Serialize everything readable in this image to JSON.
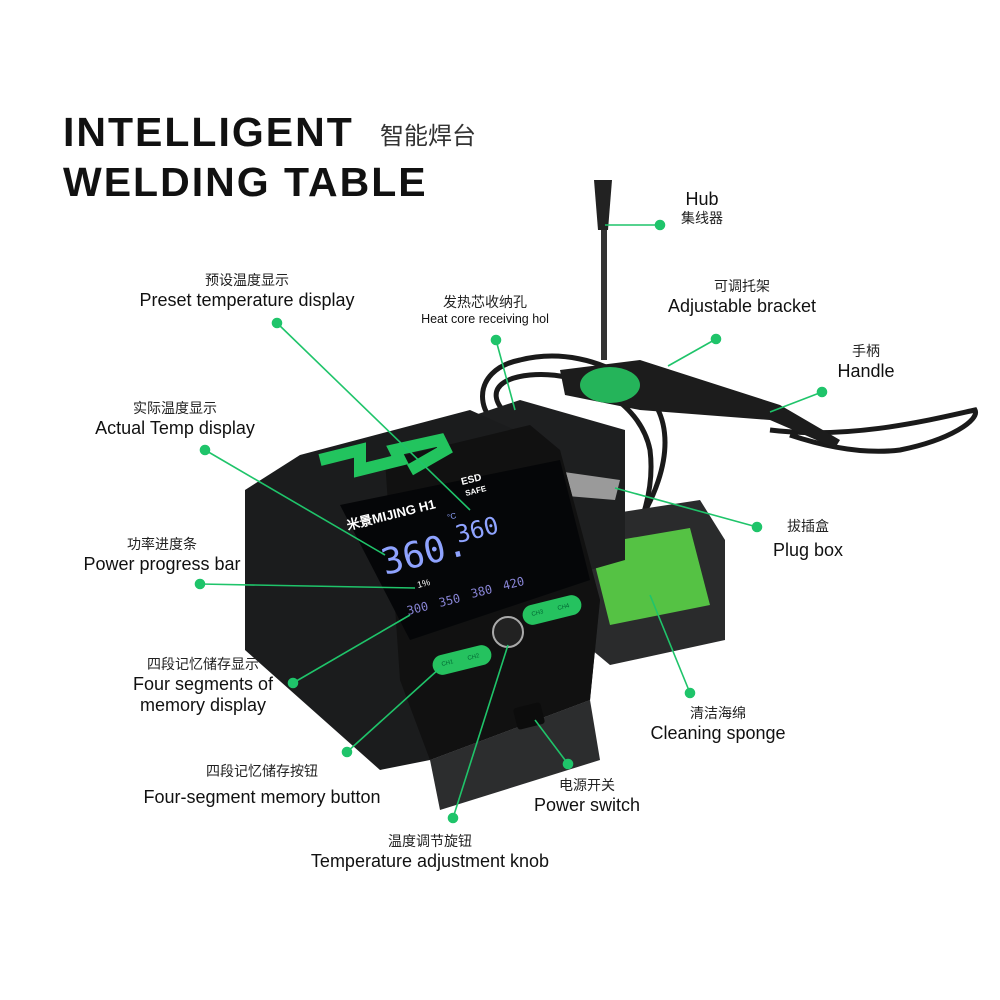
{
  "title": {
    "line1": "INTELLIGENT",
    "line2": "WELDING TABLE",
    "cn": "智能焊台"
  },
  "accent": "#1fc46a",
  "device": {
    "brand": "米景MIJING H1",
    "logo": "H1",
    "esd": "ESD",
    "safe": "SAFE",
    "actual_temp": "360.",
    "preset_temp": "360",
    "unit": "°C",
    "power": "1%",
    "memory": [
      "300",
      "350",
      "380",
      "420"
    ],
    "buttons": [
      "CH1",
      "CH2",
      "CH3",
      "CH4"
    ]
  },
  "labels": {
    "hub": {
      "cn": "集线器",
      "en": "Hub"
    },
    "preset": {
      "cn": "预设温度显示",
      "en": "Preset temperature display"
    },
    "heatcore": {
      "cn": "发热芯收纳孔",
      "en": "Heat core receiving hol"
    },
    "bracket": {
      "cn": "可调托架",
      "en": "Adjustable bracket"
    },
    "handle": {
      "cn": "手柄",
      "en": "Handle"
    },
    "actual": {
      "cn": "实际温度显示",
      "en": "Actual Temp display"
    },
    "plugbox": {
      "cn": "拔插盒",
      "en": "Plug box"
    },
    "power_bar": {
      "cn": "功率进度条",
      "en": "Power progress bar"
    },
    "four_display": {
      "cn": "四段记忆储存显示",
      "en1": "Four segments of",
      "en2": "memory display"
    },
    "sponge": {
      "cn": "清洁海绵",
      "en": "Cleaning sponge"
    },
    "four_button": {
      "cn": "四段记忆储存按钮",
      "en": "Four-segment memory button"
    },
    "power_switch": {
      "cn": "电源开关",
      "en": "Power switch"
    },
    "knob": {
      "cn": "温度调节旋钮",
      "en": "Temperature adjustment knob"
    }
  }
}
